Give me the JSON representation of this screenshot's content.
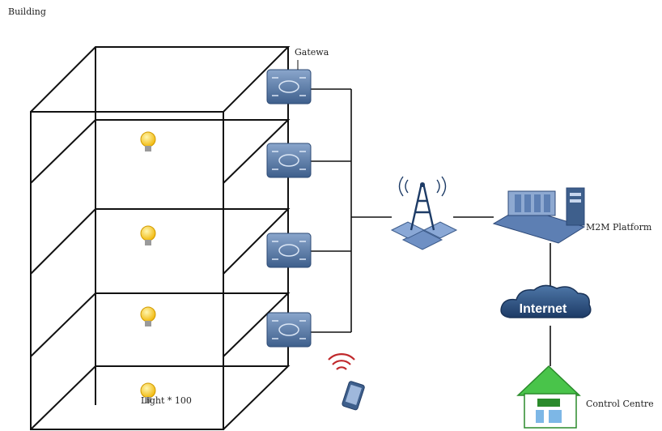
{
  "labels": {
    "building": "Building",
    "gateway": "Gatewa",
    "m2m_platform": "M2M Platform",
    "internet": "Internet",
    "light": "Light * 100",
    "control_centre": "Control Centre"
  },
  "colors": {
    "gateway_fill": "#5a7aa6",
    "internet_fill": "#2a4f80",
    "house_roof": "#3cbe3c",
    "bulb": "#f5c21b",
    "signal": "#c0282b"
  }
}
